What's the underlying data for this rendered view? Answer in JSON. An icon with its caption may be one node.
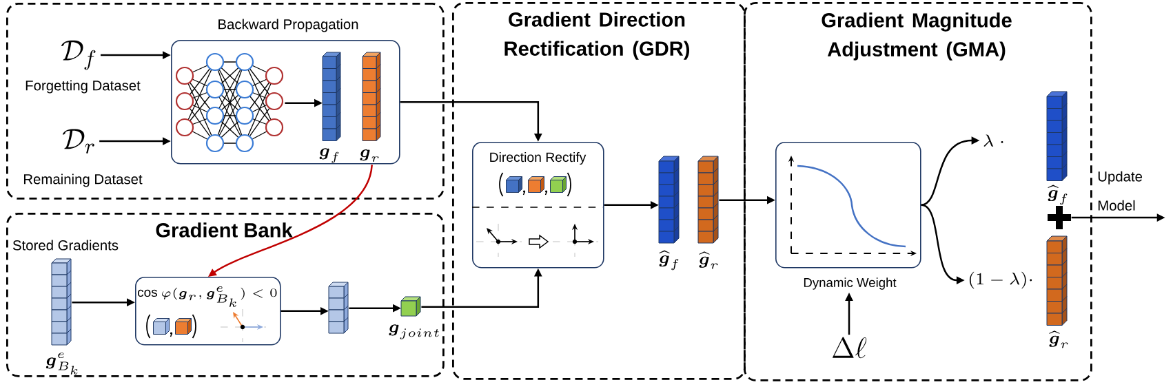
{
  "diagram": {
    "nodes": [
      {
        "text": [],
        "shape": "box"
      },
      {
        "text": [
          "\\mathcal{D}_f"
        ],
        "beside": [
          "Forgetting Dataset"
        ],
        "in": 0
      },
      {
        "text": [
          "\\mathcal{D}_r"
        ],
        "beside": [
          "Remaining Dataset"
        ],
        "in": 0
      },
      {
        "text": [
          "Backward Propagation"
        ],
        "in": 0
      },
      {
        "text": [],
        "shape": "picture",
        "in": 3
      },
      {
        "text": [
          "\\boldsymbol{g}_f"
        ],
        "in": 3
      },
      {
        "text": [
          "\\boldsymbol{g}_r"
        ],
        "in": 3
      },
      {
        "text": [
          "Gradient Bank"
        ]
      },
      {
        "text": [
          "Stored Gradients",
          "\\boldsymbol{g}^{e}_{B_k}"
        ],
        "in": 7
      },
      {
        "text": [
          "\\cos\\varphi(\\boldsymbol{g}_r, \\boldsymbol{g}^{e}_{B_k}) < 0"
        ],
        "in": 7
      },
      {
        "text": [],
        "shape": "bar",
        "in": 7
      },
      {
        "text": [
          "\\boldsymbol{g}_{joint}"
        ],
        "in": 7
      },
      {
        "text": [
          "Gradient Direction Rectification (GDR)"
        ]
      },
      {
        "text": [
          "Direction Rectify"
        ],
        "in": 12
      },
      {
        "text": [
          "\\widehat{\\boldsymbol{g}}_f"
        ],
        "in": 12
      },
      {
        "text": [
          "\\widehat{\\boldsymbol{g}}_r"
        ],
        "in": 12
      },
      {
        "text": [
          "Gradient Magnitude Adjustment (GMA)"
        ]
      },
      {
        "text": [
          "Dynamic Weight"
        ],
        "in": 16
      },
      {
        "text": [
          "\\Delta\\ell"
        ],
        "in": 16
      },
      {
        "text": [
          "\\lambda\\ \\cdot"
        ],
        "in": 16
      },
      {
        "text": [
          "(1-\\lambda)\\cdot"
        ],
        "in": 16
      },
      {
        "text": [
          "\\widehat{\\boldsymbol{g}}_f"
        ],
        "in": 16
      },
      {
        "text": [
          "\\widehat{\\boldsymbol{g}}_r"
        ],
        "in": 16
      },
      {
        "text": [],
        "shape": "cross",
        "in": 16
      }
    ],
    "edges": [
      {
        "from": 1,
        "to": 3,
        "arrow": "to"
      },
      {
        "from": 2,
        "to": 3,
        "arrow": "to"
      },
      {
        "from": 4,
        "to": 5,
        "arrow": "to"
      },
      {
        "from": 6,
        "to": 9,
        "arrow": "to",
        "color": "#c00000"
      },
      {
        "from": 3,
        "to": 13,
        "arrow": "to"
      },
      {
        "from": 8,
        "to": 9,
        "arrow": "to"
      },
      {
        "from": 9,
        "to": 10,
        "arrow": "to"
      },
      {
        "from": 10,
        "to": 11,
        "arrow": "to"
      },
      {
        "from": 11,
        "to": 13,
        "arrow": "to"
      },
      {
        "from": 13,
        "to": 14,
        "arrow": "to"
      },
      {
        "from": 15,
        "to": 17,
        "arrow": "to"
      },
      {
        "from": 18,
        "to": 17,
        "arrow": "to"
      },
      {
        "from": 17,
        "to": 19,
        "arrow": "to"
      },
      {
        "from": 17,
        "to": 20,
        "arrow": "to"
      },
      {
        "from": 23,
        "to": null,
        "arrow": "to",
        "label": "Update Model"
      }
    ]
  }
}
